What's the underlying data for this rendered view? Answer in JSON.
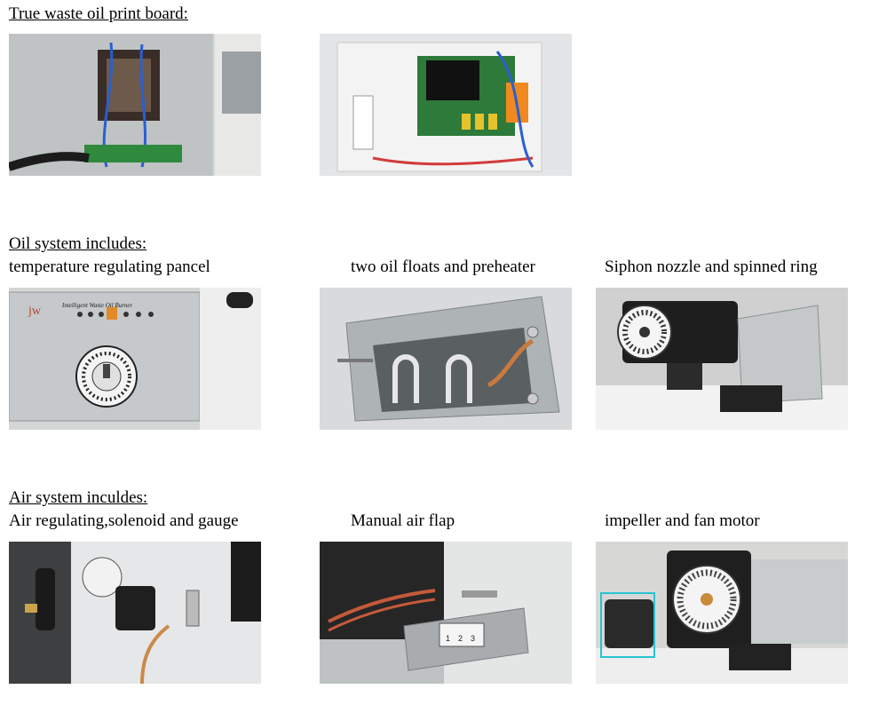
{
  "sections": [
    {
      "heading": "True waste oil print board:",
      "captions": [],
      "photos": [
        {
          "icon": "control-box-photo"
        },
        {
          "icon": "circuit-board-photo"
        }
      ]
    },
    {
      "heading": "Oil system includes:",
      "captions": [
        "temperature regulating pancel",
        "two oil floats and preheater",
        "Siphon nozzle and spinned ring"
      ],
      "photos": [
        {
          "icon": "temperature-panel-photo",
          "panel_title": "Intelligent Waste Oil Burner",
          "brand": "jw"
        },
        {
          "icon": "oil-float-photo"
        },
        {
          "icon": "siphon-nozzle-photo"
        }
      ]
    },
    {
      "heading": "Air system inculdes:",
      "captions": [
        "Air regulating,solenoid and gauge",
        "Manual air flap",
        "impeller and fan motor"
      ],
      "photos": [
        {
          "icon": "air-regulator-photo"
        },
        {
          "icon": "air-flap-photo",
          "scale_numbers": [
            "1",
            "2",
            "3"
          ]
        },
        {
          "icon": "fan-motor-photo"
        }
      ]
    }
  ]
}
